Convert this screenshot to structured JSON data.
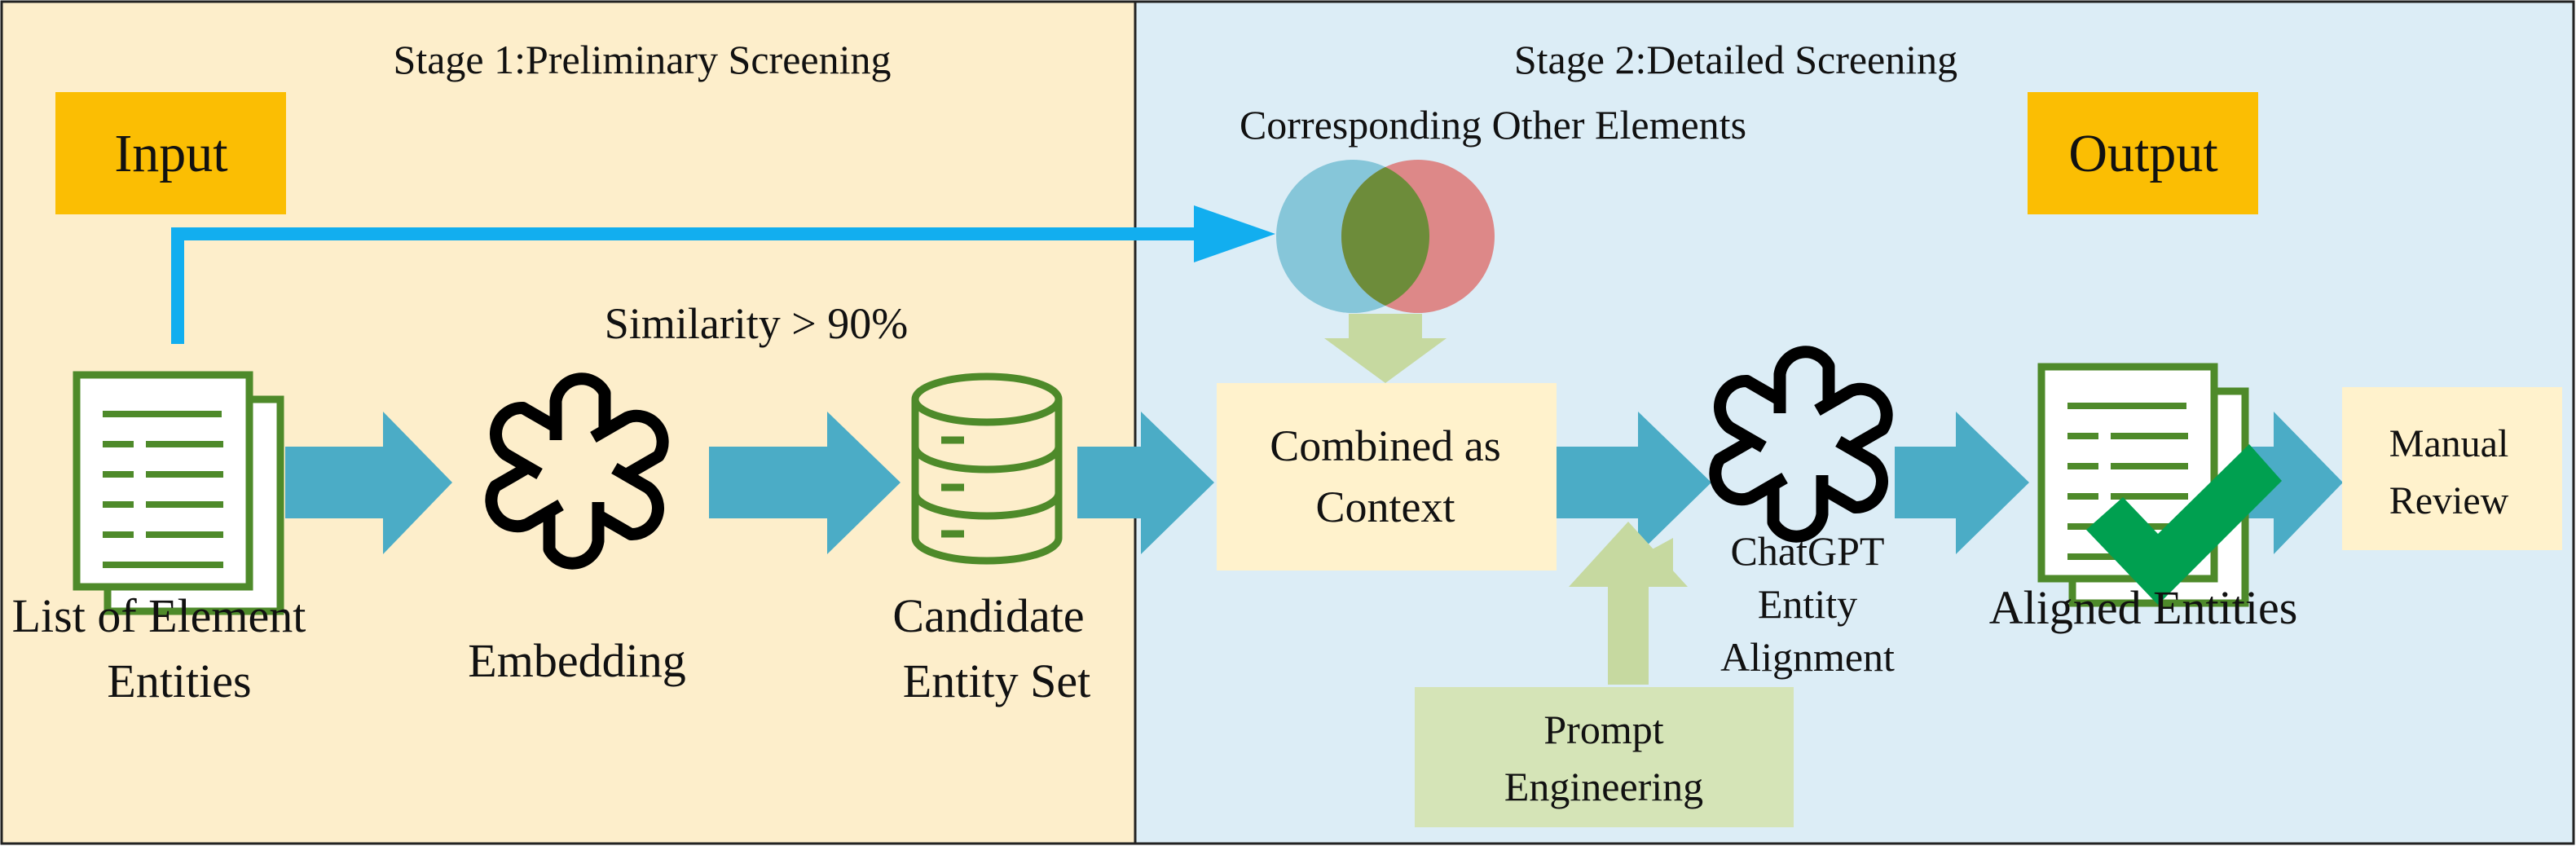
{
  "stage1": {
    "title": "Stage 1:Preliminary Screening",
    "input_label": "Input",
    "similarity_label": "Similarity > 90%",
    "list_label": [
      "List of Element",
      "Entities"
    ],
    "embedding_label": "Embedding",
    "candidate_label": [
      "Candidate",
      "Entity Set"
    ]
  },
  "stage2": {
    "title": "Stage 2:Detailed Screening",
    "output_label": "Output",
    "corresponding_label": "Corresponding Other Elements",
    "combined_label": [
      "Combined as",
      "Context"
    ],
    "prompt_label": [
      "Prompt",
      "Engineering"
    ],
    "chatgpt_label": [
      "ChatGPT",
      "Entity",
      "Alignment"
    ],
    "aligned_label": "Aligned Entities",
    "manual_label": [
      "Manual",
      "Review"
    ]
  },
  "icons": {
    "document": "document-list-icon",
    "openai": "openai-logo-icon",
    "database": "database-icon",
    "venn": "venn-diagram-icon",
    "check": "checkmark-icon"
  },
  "colors": {
    "stage1_bg": "#fdeecb",
    "stage2_bg": "#dcedf6",
    "label_box": "#fbbe03",
    "flow_arrow": "#4bacc6",
    "top_arrow": "#12aeef",
    "context_box": "#fff2cc",
    "prompt_box": "#d5e4b7",
    "icon_green": "#4e8a2a",
    "check_green": "#00a050",
    "venn_left": "#86c6d9",
    "venn_right": "#dd8888",
    "venn_overlap": "#6d8c3a"
  }
}
